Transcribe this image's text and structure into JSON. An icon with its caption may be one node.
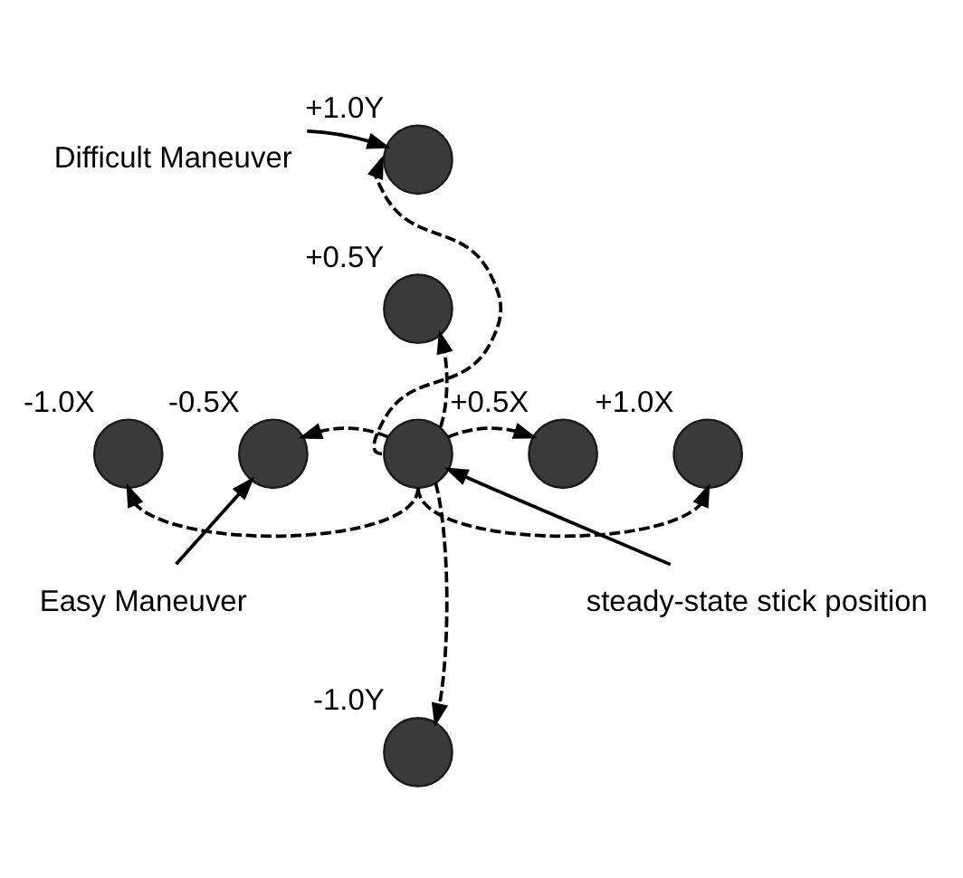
{
  "diagram": {
    "nodes": [
      {
        "text": [
          "Difficult Maneuver"
        ]
      },
      {
        "text": [],
        "shape": "circle",
        "beside": [
          "+1.0Y"
        ]
      },
      {
        "text": [],
        "shape": "circle",
        "beside": [
          "+0.5Y"
        ]
      },
      {
        "text": [],
        "shape": "circle",
        "beside": [
          "-1.0X"
        ]
      },
      {
        "text": [],
        "shape": "circle",
        "beside": [
          "-0.5X"
        ]
      },
      {
        "text": [],
        "shape": "circle"
      },
      {
        "text": [],
        "shape": "circle",
        "beside": [
          "+0.5X"
        ]
      },
      {
        "text": [],
        "shape": "circle",
        "beside": [
          "+1.0X"
        ]
      },
      {
        "text": [
          "Easy Maneuver"
        ]
      },
      {
        "text": [
          "steady-state stick position"
        ]
      },
      {
        "text": [],
        "shape": "circle",
        "beside": [
          "-1.0Y"
        ]
      }
    ],
    "edges": [
      {
        "from": 5,
        "to": 2,
        "arrow": "to",
        "style": "dashed"
      },
      {
        "from": 5,
        "to": 1,
        "arrow": "to",
        "style": "dashed"
      },
      {
        "from": 5,
        "to": 4,
        "arrow": "to",
        "style": "dashed"
      },
      {
        "from": 5,
        "to": 3,
        "arrow": "to",
        "style": "dashed"
      },
      {
        "from": 5,
        "to": 6,
        "arrow": "to",
        "style": "dashed"
      },
      {
        "from": 5,
        "to": 7,
        "arrow": "to",
        "style": "dashed"
      },
      {
        "from": 5,
        "to": 10,
        "arrow": "to",
        "style": "dashed"
      },
      {
        "from": 0,
        "to": 1,
        "arrow": "to"
      },
      {
        "from": 8,
        "to": 4,
        "arrow": "to"
      },
      {
        "from": 9,
        "to": 5,
        "arrow": "to"
      }
    ]
  }
}
